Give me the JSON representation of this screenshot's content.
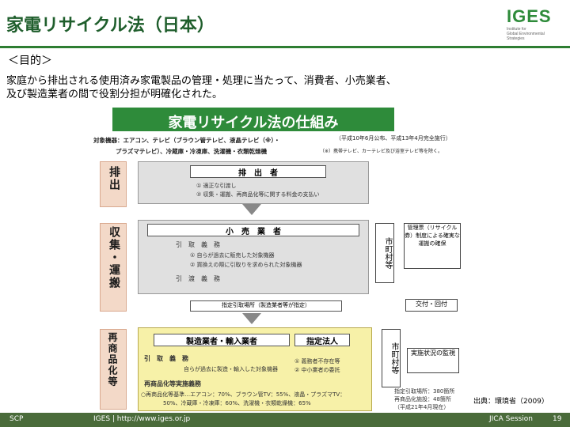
{
  "header": {
    "title": "家電リサイクル法（日本）",
    "logo_text": "IGES",
    "logo_sub_1": "Institute for",
    "logo_sub_2": "Global Environmental",
    "logo_sub_3": "Strategies"
  },
  "content": {
    "purpose_label": "＜目的＞",
    "paragraph_line1": "家庭から排出される使用済み家電製品の管理・処理に当たって、消費者、小売業者、",
    "paragraph_line2": "及び製造業者の間で役割分担が明確化された。"
  },
  "figure": {
    "title": "家電リサイクル法の仕組み",
    "target_line1": "対象機器：エアコン、テレビ（ブラウン管テレビ、液晶テレビ（※）・",
    "target_line2": "プラズマテレビ）、冷蔵庫・冷凍庫、洗濯機・衣類乾燥機",
    "note_enforced": "（平成10年6月公布、平成13年4月完全施行）",
    "note_star": "（※）携帯テレビ、カーテレビ及び浴室テレビ等を除く。",
    "stage_discharge": "排出",
    "discharger_header": "排　出　者",
    "discharger_1": "① 適正な引渡し",
    "discharger_2": "② 収集・運搬、再商品化等に関する料金の支払い",
    "stage_collect": "収集・運搬",
    "retailer_header": "小　売　業　者",
    "pickup_duty": "引　取　義　務",
    "pickup_1": "① 自らが過去に販売した対象機器",
    "pickup_2": "② 買換えの際に引取りを求められた対象機器",
    "delivery_duty": "引　渡　義　務",
    "designated_site": "指定引取場所（製造業者等が指定）",
    "municipal_1": "市町村等",
    "management_box": "管理票（リサイクル券）制度による確実な運搬の確保",
    "issue_box": "交付・回付",
    "stage_recycle": "再商品化等",
    "maker_header": "製造業者・輸入業者",
    "designated_corp": "指定法人",
    "maker_pickup_duty": "引　取　義　務",
    "maker_pickup_desc": "自らが過去に製造・輸入した対象機器",
    "corp_1": "① 義務者不存在等",
    "corp_2": "② 中小業者の委託",
    "recycle_duty": "再商品化等実施義務",
    "recycle_rates_1": "○再商品化等基準…エアコン：70%、ブラウン管TV：55%、液晶・プラズマTV：",
    "recycle_rates_2": "50%、冷蔵庫・冷凍庫：60%、洗濯機・衣類乾燥機：65%",
    "municipal_2": "市町村等",
    "monitor_box": "実施状況の監視",
    "stats_1": "指定引取場所：380箇所",
    "stats_2": "再商品化施設：48箇所",
    "stats_3": "（平成21年4月現在）"
  },
  "source": "出典：環境省（2009）",
  "footer": {
    "left": "SCP",
    "center": "IGES | http://www.iges.or.jp",
    "right": "JICA Session",
    "page": "19"
  },
  "colors": {
    "accent_green": "#2e8b3a",
    "footer_bar": "#4a6b3a"
  }
}
